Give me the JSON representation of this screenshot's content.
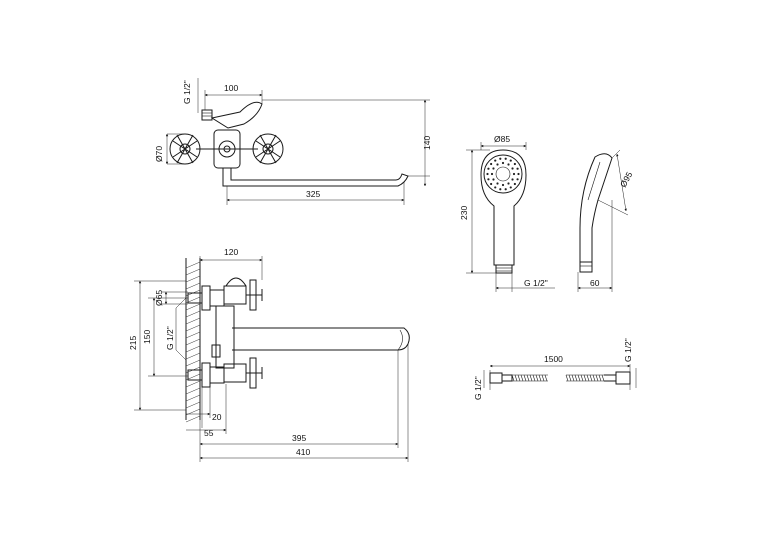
{
  "views": {
    "top": {
      "thread_label": "G 1/2\"",
      "width_label": "100",
      "height_label": "140",
      "diameter_label": "Ø70",
      "spout_label": "325"
    },
    "shower_head": {
      "diameter_label": "Ø85",
      "height_label": "230",
      "thread_label": "G 1/2\""
    },
    "shower_side": {
      "diameter_label": "Ø95",
      "depth_label": "60"
    },
    "front": {
      "top_width_label": "120",
      "outlet_diameter_label": "Ø65",
      "total_height_label": "215",
      "inlet_spacing_label": "150",
      "thread_label": "G 1/2\"",
      "offset_20_label": "20",
      "offset_55_label": "55",
      "spout_395_label": "395",
      "spout_410_label": "410"
    },
    "hose": {
      "thread_left_label": "G 1/2\"",
      "thread_right_label": "G 1/2\"",
      "length_label": "1500"
    }
  }
}
